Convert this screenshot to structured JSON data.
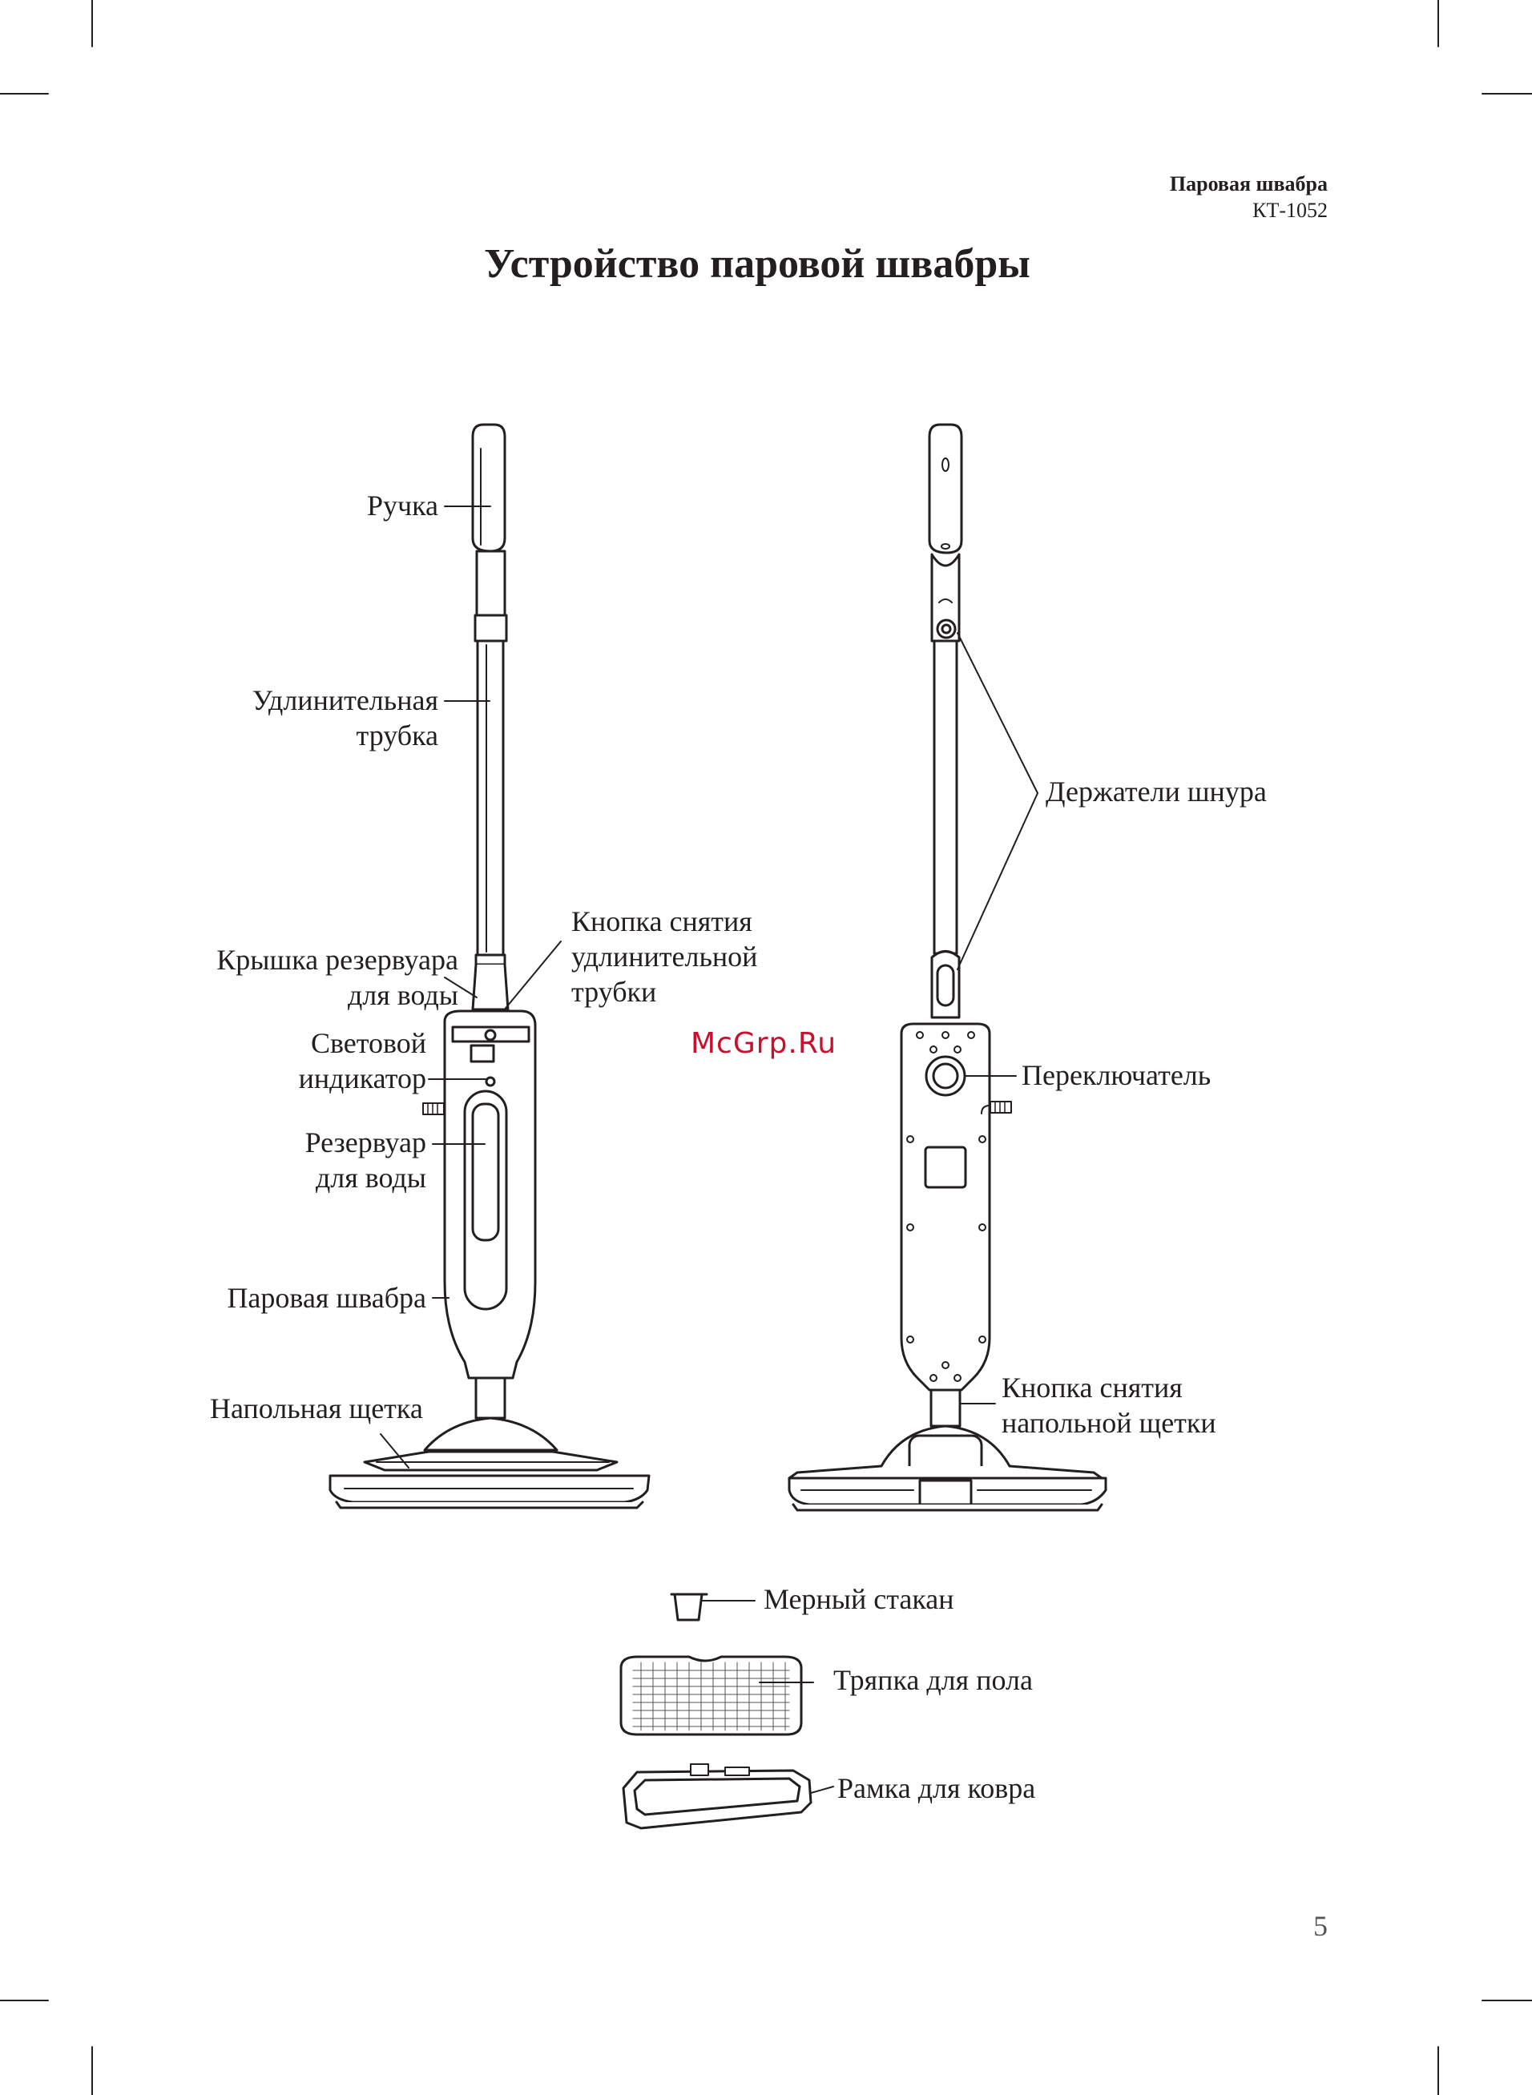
{
  "header": {
    "product": "Паровая швабра",
    "model": "КТ-1052"
  },
  "title": "Устройство паровой швабры",
  "labels": {
    "handle": "Ручка",
    "tube_1": "Удлинительная",
    "tube_2": "трубка",
    "tube_release_1": "Кнопка снятия",
    "tube_release_2": "удлинительной",
    "tube_release_3": "трубки",
    "tank_cap_1": "Крышка резервуара",
    "tank_cap_2": "для воды",
    "indicator_1": "Световой",
    "indicator_2": "индикатор",
    "tank_1": "Резервуар",
    "tank_2": "для воды",
    "mop_body": "Паровая швабра",
    "floor_brush": "Напольная щетка",
    "cord_holders": "Держатели шнура",
    "switch": "Переключатель",
    "brush_release_1": "Кнопка снятия",
    "brush_release_2": "напольной щетки",
    "measuring_cup": "Мерный стакан",
    "floor_cloth": "Тряпка для пола",
    "carpet_frame": "Рамка для ковра"
  },
  "watermark": "McGrp.Ru",
  "page_number": "5"
}
